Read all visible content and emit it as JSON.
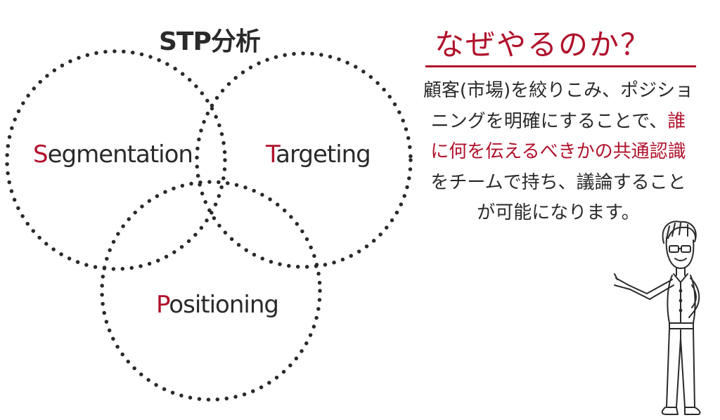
{
  "diagram": {
    "title": "STP分析",
    "circles": [
      {
        "initial": "S",
        "rest": "egmentation"
      },
      {
        "initial": "T",
        "rest": "argeting"
      },
      {
        "initial": "P",
        "rest": "ositioning"
      }
    ]
  },
  "explanation": {
    "heading": "なぜやるのか？",
    "lines": [
      {
        "before": "顧客(市場)を絞りこみ、ポジショ",
        "highlight": "",
        "after": ""
      },
      {
        "before": "ニングを明確にすることで、",
        "highlight": "誰",
        "after": ""
      },
      {
        "before": "",
        "highlight": "に何を伝えるべきかの共通認識",
        "after": ""
      },
      {
        "before": "をチームで持ち、議論すること",
        "highlight": "",
        "after": ""
      },
      {
        "before": "が可能になります。",
        "highlight": "",
        "after": ""
      }
    ]
  },
  "colors": {
    "accent": "#b0112b",
    "text": "#2a2a2a",
    "dots": "#2a2a2a"
  },
  "illustration": {
    "icon": "presenter-figure-icon"
  }
}
